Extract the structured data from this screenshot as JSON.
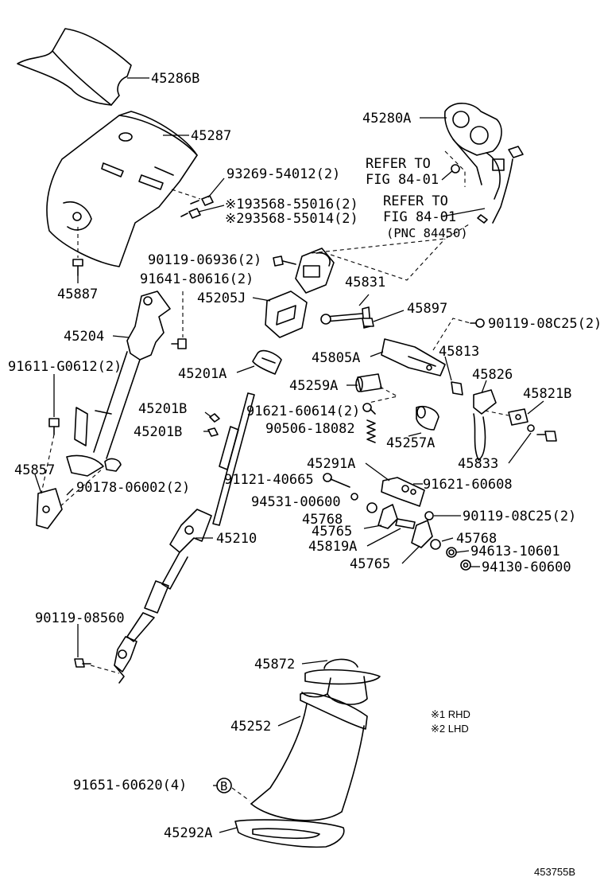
{
  "labels": {
    "p45286B": "45286B",
    "p45287": "45287",
    "p93269": "93269-54012(2)",
    "p193568": "※193568-55016(2)",
    "p293568": "※293568-55014(2)",
    "p45887": "45887",
    "p45280A": "45280A",
    "refer1a": "REFER TO",
    "refer1b": "FIG 84-01",
    "refer2a": "REFER TO",
    "refer2b": "FIG 84-01",
    "refer2c": "(PNC 84450)",
    "p90119_06936": "90119-06936(2)",
    "p91641": "91641-80616(2)",
    "p45205J": "45205J",
    "p45831": "45831",
    "p45897": "45897",
    "p90119_08C25a": "90119-08C25(2)",
    "p45204": "45204",
    "p45805A": "45805A",
    "p45813": "45813",
    "p91611": "91611-G0612(2)",
    "p45201A": "45201A",
    "p45826": "45826",
    "p45259A": "45259A",
    "p45821B": "45821B",
    "p45201B_a": "45201B",
    "p91621_60614": "91621-60614(2)",
    "p45201B_b": "45201B",
    "p90506": "90506-18082",
    "p45257A": "45257A",
    "p45833": "45833",
    "p45857": "45857",
    "p45291A": "45291A",
    "p91121": "91121-40665",
    "p91621_60608": "91621-60608",
    "p90178": "90178-06002(2)",
    "p94531": "94531-00600",
    "p45768a": "45768",
    "p90119_08C25b": "90119-08C25(2)",
    "p45765a": "45765",
    "p45768b": "45768",
    "p45210": "45210",
    "p45819A": "45819A",
    "p94613": "94613-10601",
    "p45765b": "45765",
    "p94130": "94130-60600",
    "p90119_08560": "90119-08560",
    "p45872": "45872",
    "note1": "※1 RHD",
    "note2": "※2 LHD",
    "p45252": "45252",
    "p91651": "91651-60620(4)",
    "markerB": "B",
    "p45292A": "45292A",
    "diagram_code": "453755B"
  }
}
